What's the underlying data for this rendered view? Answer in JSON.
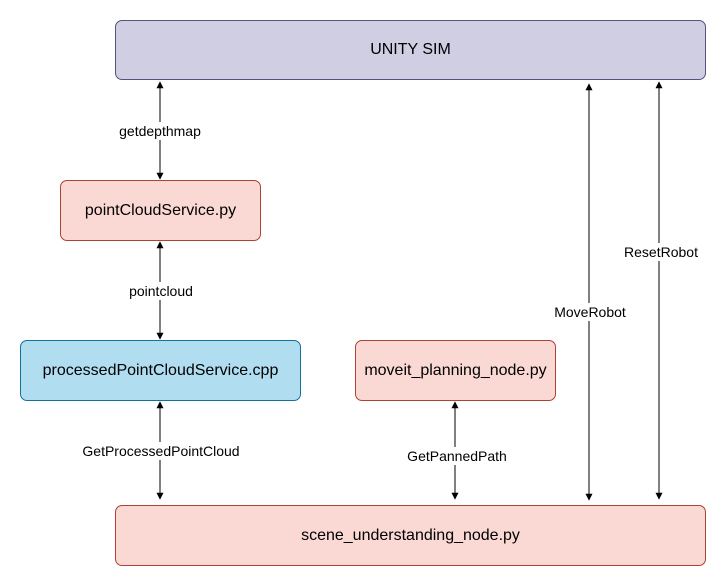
{
  "nodes": {
    "unity_sim": {
      "label": "UNITY SIM",
      "fill": "#d0cee2",
      "stroke": "#56517e"
    },
    "point_cloud_service": {
      "label": "pointCloudService.py",
      "fill": "#fad9d5",
      "stroke": "#ae4132"
    },
    "processed_point_cloud_service": {
      "label": "processedPointCloudService.cpp",
      "fill": "#b1ddf0",
      "stroke": "#10739e"
    },
    "moveit_planning_node": {
      "label": "moveit_planning_node.py",
      "fill": "#fad9d5",
      "stroke": "#ae4132"
    },
    "scene_understanding_node": {
      "label": "scene_understanding_node.py",
      "fill": "#fad9d5",
      "stroke": "#ae4132"
    }
  },
  "edges": {
    "getdepthmap": {
      "label": "getdepthmap",
      "from": "unity_sim",
      "to": "point_cloud_service",
      "direction": "both"
    },
    "pointcloud": {
      "label": "pointcloud",
      "from": "point_cloud_service",
      "to": "processed_point_cloud_service",
      "direction": "both"
    },
    "get_processed_point_cloud": {
      "label": "GetProcessedPointCloud",
      "from": "processed_point_cloud_service",
      "to": "scene_understanding_node",
      "direction": "both"
    },
    "get_panned_path": {
      "label": "GetPannedPath",
      "from": "moveit_planning_node",
      "to": "scene_understanding_node",
      "direction": "both"
    },
    "move_robot": {
      "label": "MoveRobot",
      "from": "unity_sim",
      "to": "scene_understanding_node",
      "direction": "both"
    },
    "reset_robot": {
      "label": "ResetRobot",
      "from": "unity_sim",
      "to": "scene_understanding_node",
      "direction": "both"
    }
  }
}
